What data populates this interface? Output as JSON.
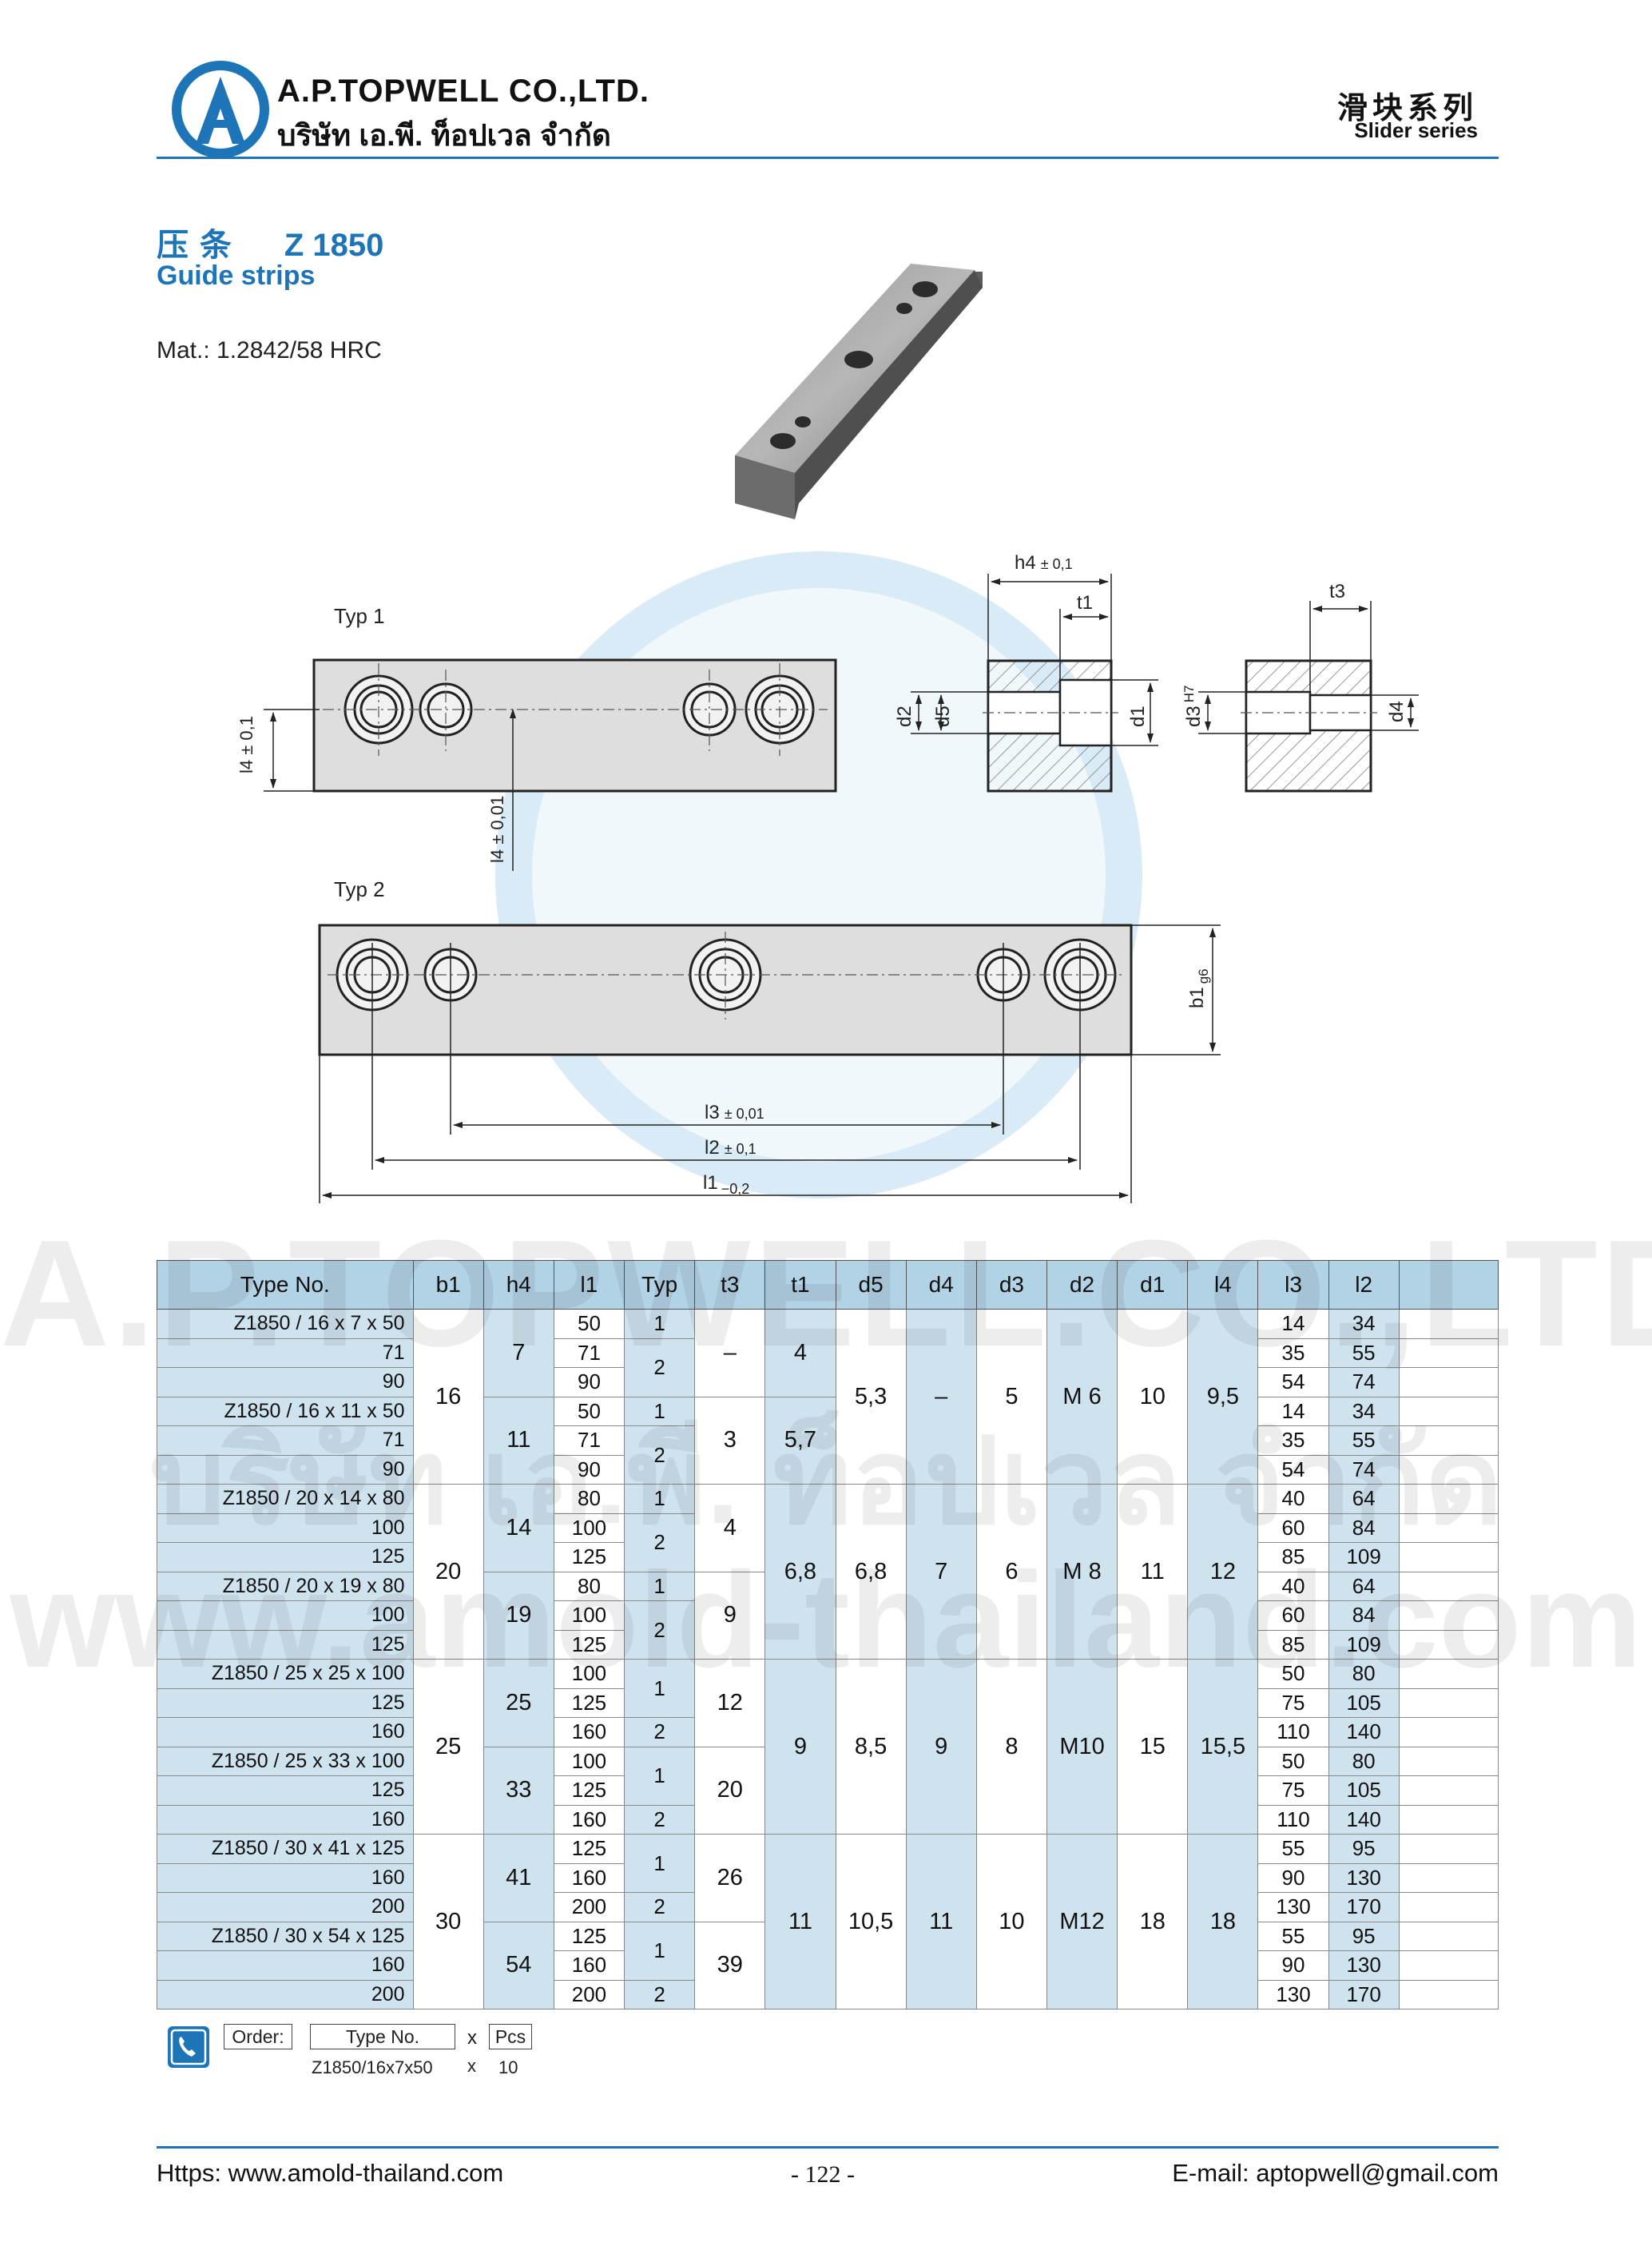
{
  "header": {
    "company_en": "A.P.TOPWELL CO.,LTD.",
    "company_th": "บริษัท เอ.พี. ท็อปเวล จำกัด",
    "logo_letter": "A",
    "series_cn": "滑块系列",
    "series_en": "Slider series"
  },
  "product": {
    "title_cn": "压 条",
    "code": "Z 1850",
    "title_en": "Guide strips",
    "material": "Mat.: 1.2842/58 HRC"
  },
  "drawing": {
    "typ1_label": "Typ 1",
    "typ2_label": "Typ 2",
    "l4_tol": "l4 ± 0,1",
    "l4_tol2": "l4 ± 0,01",
    "h4": "h4",
    "h4_tol": "± 0,1",
    "t1": "t1",
    "t3": "t3",
    "d2": "d2",
    "d5": "d5",
    "d1": "d1",
    "d3": "d3",
    "d3_fit": "H7",
    "d4": "d4",
    "b1": "b1",
    "b1_fit": "g6",
    "l3": "l3",
    "l3_tol": "± 0,01",
    "l2": "l2",
    "l2_tol": "± 0,1",
    "l1": "l1",
    "l1_tol": "−0,2"
  },
  "watermark": {
    "line1": "A.P.TOPWELL.CO.,LTD.",
    "line2": "บริษัท เอ.พี. ท็อปเวล จำกัด",
    "line3": "www.amold-thailand.com"
  },
  "table": {
    "headers": [
      "Type No.",
      "b1",
      "h4",
      "l1",
      "Typ",
      "t3",
      "t1",
      "d5",
      "d4",
      "d3",
      "d2",
      "d1",
      "l4",
      "l3",
      "l2",
      ""
    ],
    "type_names": [
      "Z1850 / 16 x 7 x 50",
      "71",
      "90",
      "Z1850 / 16 x 11 x 50",
      "71",
      "90",
      "Z1850 / 20 x 14 x 80",
      "100",
      "125",
      "Z1850 / 20 x 19 x 80",
      "100",
      "125",
      "Z1850 / 25 x 25 x 100",
      "125",
      "160",
      "Z1850 / 25 x 33 x 100",
      "125",
      "160",
      "Z1850 / 30 x 41 x 125",
      "160",
      "200",
      "Z1850 / 30 x 54 x 125",
      "160",
      "200"
    ],
    "b1": [
      "16",
      "20",
      "25",
      "30"
    ],
    "h4": [
      "7",
      "11",
      "14",
      "19",
      "25",
      "33",
      "41",
      "54"
    ],
    "l1": [
      "50",
      "71",
      "90",
      "50",
      "71",
      "90",
      "80",
      "100",
      "125",
      "80",
      "100",
      "125",
      "100",
      "125",
      "160",
      "100",
      "125",
      "160",
      "125",
      "160",
      "200",
      "125",
      "160",
      "200"
    ],
    "typ": [
      "1",
      "2",
      "1",
      "2",
      "1",
      "2",
      "1",
      "2",
      "1",
      "2",
      "1",
      "2",
      "1",
      "2",
      "1",
      "2"
    ],
    "t3": [
      "–",
      "3",
      "4",
      "9",
      "12",
      "20",
      "26",
      "39"
    ],
    "t1": [
      "4",
      "5,7",
      "6,8",
      "9",
      "11"
    ],
    "d5": [
      "5,3",
      "6,8",
      "8,5",
      "10,5"
    ],
    "d4": [
      "–",
      "7",
      "9",
      "11"
    ],
    "d3": [
      "5",
      "6",
      "8",
      "10"
    ],
    "d2": [
      "M 6",
      "M 8",
      "M10",
      "M12"
    ],
    "d1": [
      "10",
      "11",
      "15",
      "18"
    ],
    "l4": [
      "9,5",
      "12",
      "15,5",
      "18"
    ],
    "l3": [
      "14",
      "35",
      "54",
      "14",
      "35",
      "54",
      "40",
      "60",
      "85",
      "40",
      "60",
      "85",
      "50",
      "75",
      "110",
      "50",
      "75",
      "110",
      "55",
      "90",
      "130",
      "55",
      "90",
      "130"
    ],
    "l2": [
      "34",
      "55",
      "74",
      "34",
      "55",
      "74",
      "64",
      "84",
      "109",
      "64",
      "84",
      "109",
      "80",
      "105",
      "140",
      "80",
      "105",
      "140",
      "95",
      "130",
      "170",
      "95",
      "130",
      "170"
    ]
  },
  "order": {
    "label": "Order:",
    "type_no": "Type No.",
    "x": "x",
    "pcs": "Pcs",
    "example_type": "Z1850/16x7x50",
    "example_qty": "10"
  },
  "footer": {
    "website": "Https: www.amold-thailand.com",
    "page": "- 122 -",
    "email": "E-mail: aptopwell@gmail.com"
  },
  "colors": {
    "brand_blue": "#1d74b6",
    "header_cell": "#b2d2e6",
    "blue_cell": "#cfe3ef"
  }
}
